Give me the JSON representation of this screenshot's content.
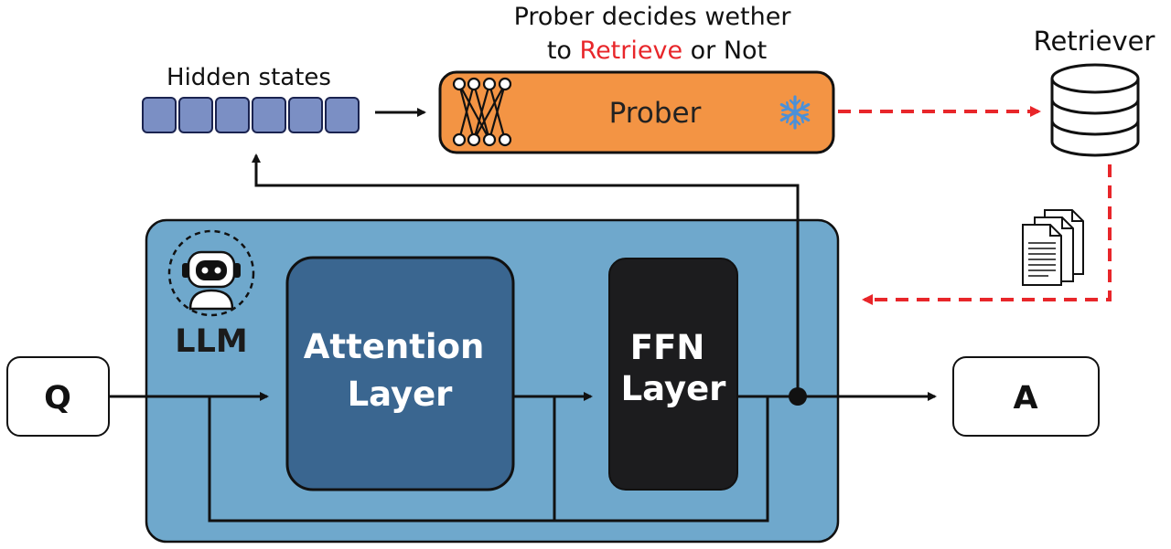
{
  "title": {
    "line1": "Prober decides wether",
    "line2_prefix": "to ",
    "line2_highlight": "Retrieve",
    "line2_suffix": " or Not"
  },
  "hidden_states": {
    "label": "Hidden states",
    "cell_count": 6
  },
  "prober": {
    "label": "Prober",
    "icon": "snowflake-icon",
    "network_icon": "neural-network-icon"
  },
  "retriever": {
    "label": "Retriever",
    "icon": "database-icon"
  },
  "documents": {
    "icon": "documents-icon"
  },
  "llm": {
    "label": "LLM",
    "icon": "robot-icon"
  },
  "attention": {
    "line1": "Attention",
    "line2": "Layer"
  },
  "ffn": {
    "line1": "FFN",
    "line2": "Layer"
  },
  "input": {
    "label": "Q"
  },
  "output": {
    "label": "A"
  },
  "colors": {
    "llm_panel": "#6fa8cc",
    "attention_block": "#3a6690",
    "ffn_block": "#1c1c1e",
    "prober_fill": "#f39444",
    "hidden_cell": "#7b8fc4",
    "retrieve_red": "#e8262a",
    "snowflake_blue": "#4a90d9"
  }
}
